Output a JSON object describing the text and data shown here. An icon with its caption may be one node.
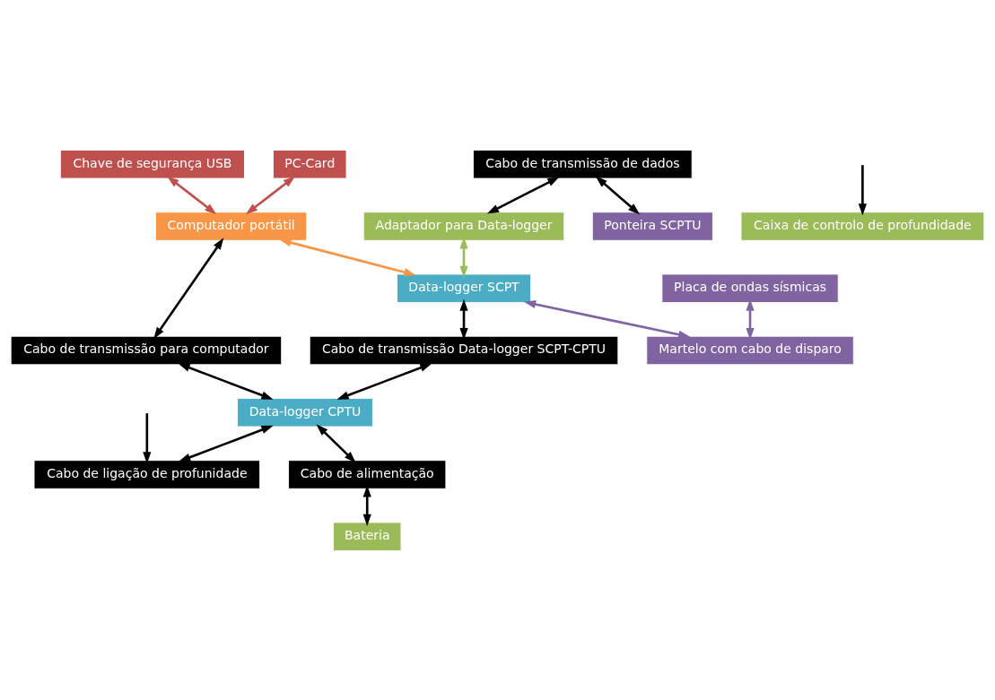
{
  "diagram": {
    "nodes": [
      {
        "text": [
          "Chave de segurança USB"
        ]
      },
      {
        "text": [
          "Computador portátil"
        ]
      },
      {
        "text": [
          "PC-Card"
        ]
      },
      {
        "text": [
          "Cabo de transmissão para computador"
        ]
      },
      {
        "text": [
          "Caixa de controlo de profundidade"
        ]
      },
      {
        "text": [
          "Cabo de transmissão de dados"
        ]
      },
      {
        "text": [
          "Data-logger SCPT"
        ]
      },
      {
        "text": [
          "Data-logger CPTU"
        ]
      },
      {
        "text": [
          "Adaptador para Data-logger"
        ]
      },
      {
        "text": [
          "Cabo de ligação de profunidade"
        ]
      },
      {
        "text": [
          "Ponteira SCPTU"
        ]
      },
      {
        "text": [
          "Cabo de transmissão Data-logger SCPT-CPTU"
        ]
      },
      {
        "text": [
          "Bateria"
        ]
      },
      {
        "text": [
          "Placa de ondas sísmicas"
        ]
      },
      {
        "text": [
          "Martelo com cabo de disparo"
        ]
      },
      {
        "text": [
          "Cabo de alimentação"
        ]
      }
    ],
    "edges": [
      {
        "from": 0,
        "to": 1,
        "arrow": "both",
        "color": "#c0504d"
      },
      {
        "from": 2,
        "to": 1,
        "arrow": "both",
        "color": "#c0504d"
      },
      {
        "from": 1,
        "to": 3,
        "arrow": "both"
      },
      {
        "from": 1,
        "to": 6,
        "arrow": "both",
        "color": "#f79646"
      },
      {
        "from": 3,
        "to": 7,
        "arrow": "both"
      },
      {
        "from": null,
        "to": 4,
        "arrow": "to"
      },
      {
        "from": 5,
        "to": 8,
        "arrow": "both"
      },
      {
        "from": 5,
        "to": 10,
        "arrow": "both"
      },
      {
        "from": 8,
        "to": 6,
        "arrow": "both",
        "color": "#9bbb59"
      },
      {
        "from": 6,
        "to": 11,
        "arrow": "both"
      },
      {
        "from": 11,
        "to": 7,
        "arrow": "both"
      },
      {
        "from": 6,
        "to": 14,
        "arrow": "both",
        "color": "#8064a2"
      },
      {
        "from": 7,
        "to": 15,
        "arrow": "both"
      },
      {
        "from": 7,
        "to": 9,
        "arrow": "both"
      },
      {
        "from": null,
        "to": 9,
        "arrow": "to"
      },
      {
        "from": 15,
        "to": 12,
        "arrow": "both"
      },
      {
        "from": 13,
        "to": 14,
        "arrow": "both",
        "color": "#8064a2"
      }
    ]
  }
}
